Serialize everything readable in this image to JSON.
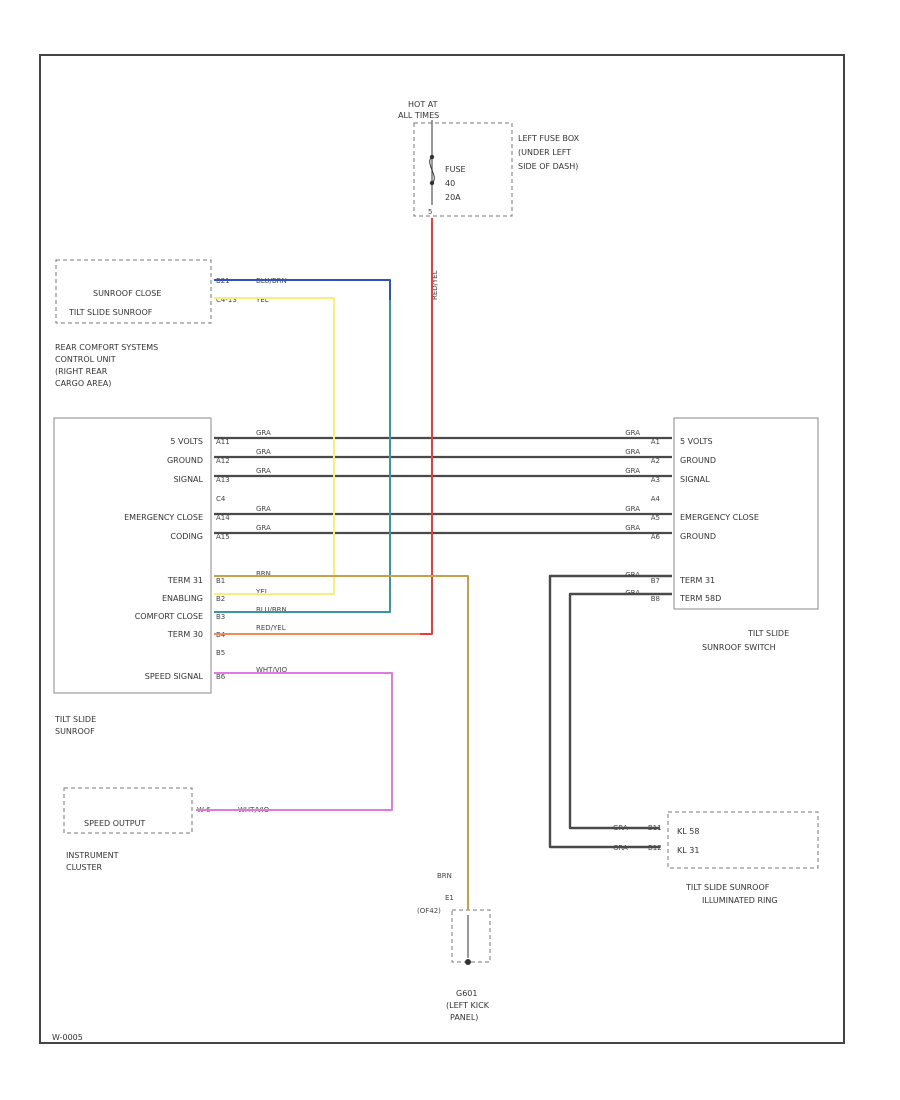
{
  "frame": {
    "footer_code": "W-0005"
  },
  "fuse": {
    "hot_line1": "HOT AT",
    "hot_line2": "ALL TIMES",
    "box_line1": "LEFT FUSE BOX",
    "box_line2": "(UNDER LEFT",
    "box_line3": "SIDE OF DASH)",
    "fuse_line1": "FUSE",
    "fuse_line2": "40",
    "fuse_line3": "20A",
    "pin": "5",
    "wire_color": "RED/YEL"
  },
  "rear_unit": {
    "pin1_label": "SUNROOF CLOSE",
    "pin2_label": "TILT SLIDE SUNROOF",
    "pin1": "B21",
    "pin2": "C4-13",
    "wire1": "BLU/BRN",
    "wire2": "YEL",
    "caption1": "REAR COMFORT SYSTEMS",
    "caption2": "CONTROL UNIT",
    "caption3": "(RIGHT REAR",
    "caption4": "CARGO AREA)"
  },
  "module": {
    "rows": [
      {
        "label": "5 VOLTS",
        "pin": "A11",
        "wire": "GRA"
      },
      {
        "label": "GROUND",
        "pin": "A12",
        "wire": "GRA"
      },
      {
        "label": "SIGNAL",
        "pin": "A13",
        "wire": "GRA"
      },
      {
        "label": "",
        "pin": "C4",
        "wire": ""
      },
      {
        "label": "EMERGENCY CLOSE",
        "pin": "A14",
        "wire": "GRA"
      },
      {
        "label": "CODING",
        "pin": "A15",
        "wire": "GRA"
      }
    ],
    "rows2": [
      {
        "label": "TERM 31",
        "pin": "B1",
        "wire": "BRN"
      },
      {
        "label": "ENABLING",
        "pin": "B2",
        "wire": "YEL"
      },
      {
        "label": "COMFORT CLOSE",
        "pin": "B3",
        "wire": "BLU/BRN"
      },
      {
        "label": "TERM 30",
        "pin": "B4",
        "wire": "RED/YEL"
      },
      {
        "label": "",
        "pin": "B5",
        "wire": ""
      },
      {
        "label": "SPEED SIGNAL",
        "pin": "B6",
        "wire": "WHT/VIO"
      }
    ],
    "caption1": "TILT SLIDE",
    "caption2": "SUNROOF"
  },
  "switch": {
    "rows": [
      {
        "label": "5 VOLTS",
        "pin": "A1",
        "wire": "GRA"
      },
      {
        "label": "GROUND",
        "pin": "A2",
        "wire": "GRA"
      },
      {
        "label": "SIGNAL",
        "pin": "A3",
        "wire": "GRA"
      },
      {
        "label": "",
        "pin": "A4",
        "wire": ""
      },
      {
        "label": "EMERGENCY CLOSE",
        "pin": "A5",
        "wire": "GRA"
      },
      {
        "label": "GROUND",
        "pin": "A6",
        "wire": "GRA"
      }
    ],
    "rows2": [
      {
        "label": "TERM 31",
        "pin": "B7",
        "wire": "GRA"
      },
      {
        "label": "TERM 58D",
        "pin": "B8",
        "wire": "GRA"
      }
    ],
    "caption1": "TILT SLIDE",
    "caption2": "SUNROOF SWITCH"
  },
  "cluster": {
    "label": "SPEED OUTPUT",
    "pin": "W-6",
    "wire": "WHT/VIO",
    "caption1": "INSTRUMENT",
    "caption2": "CLUSTER"
  },
  "ground": {
    "wire": "BRN",
    "conn1": "E1",
    "conn2": "(OF42)",
    "caption1": "G601",
    "caption2": "(LEFT KICK",
    "caption3": "PANEL)"
  },
  "ring": {
    "row1": "KL 58",
    "row2": "KL 31",
    "pin1": "B11",
    "pin2": "B12",
    "wire1": "GRA",
    "wire2": "GRA",
    "caption1": "TILT SLIDE SUNROOF",
    "caption2": "ILLUMINATED RING"
  },
  "colors": {
    "gray": "#4a4a4a",
    "red": "#ee3a3a",
    "yellow": "#f4f07a",
    "blue": "#2f4fc4",
    "teal": "#3a93a8",
    "brown": "#c8a04a",
    "orange": "#f28a5a",
    "pink": "#e07ae0"
  }
}
